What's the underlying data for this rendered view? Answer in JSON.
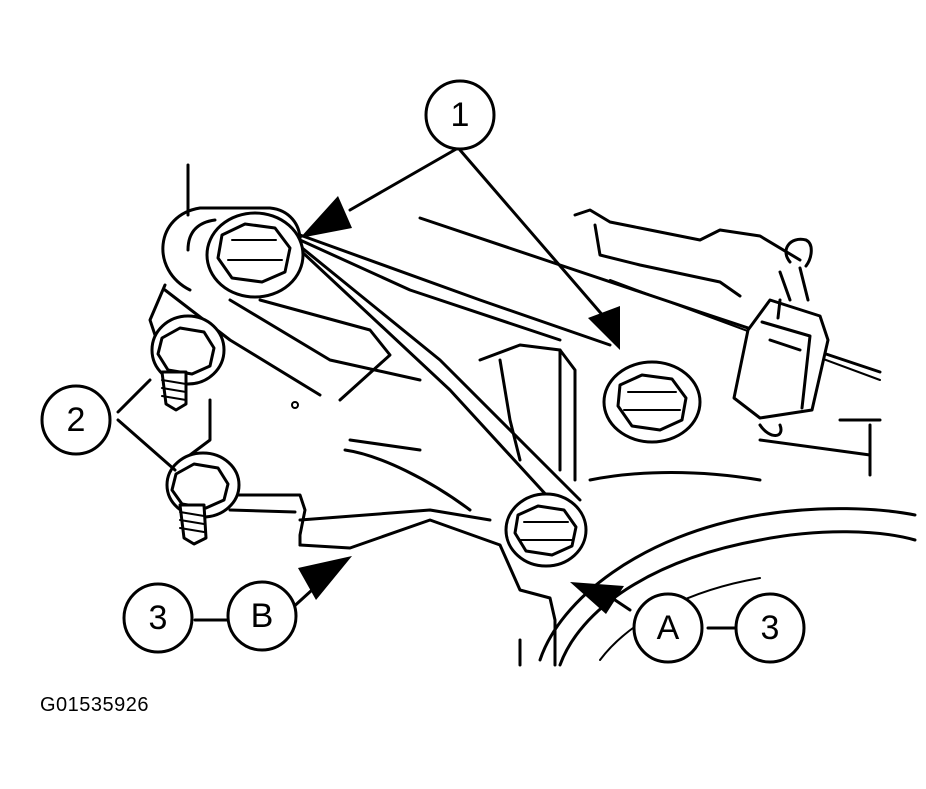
{
  "callouts": {
    "c1": "1",
    "c2": "2",
    "c3_left": "3",
    "b": "B",
    "a": "A",
    "c3_right": "3"
  },
  "figure_id": "G01535926"
}
